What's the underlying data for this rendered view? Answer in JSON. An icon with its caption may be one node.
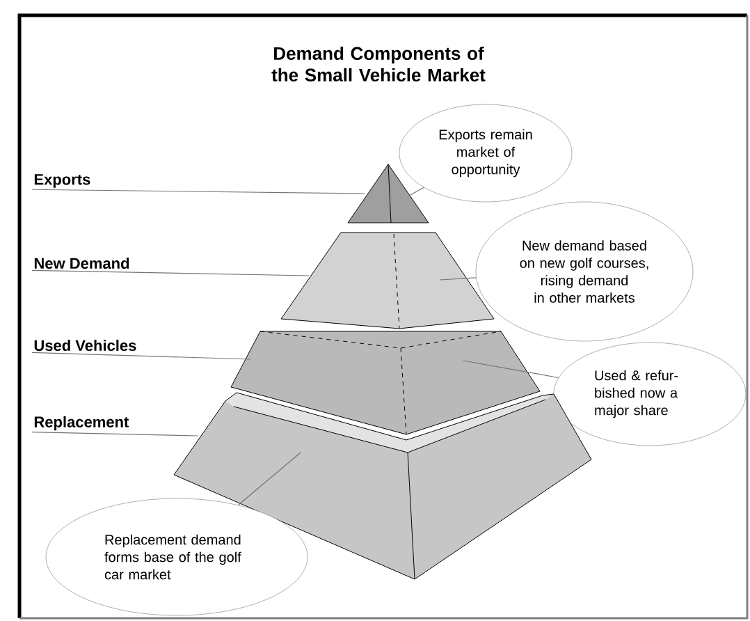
{
  "diagram": {
    "title": "Demand Components of the Small Vehicle Market",
    "nodes": [
      {
        "text": [
          "Exports"
        ]
      },
      {
        "text": [],
        "shape": "triangle"
      },
      {
        "text": [
          "Exports remain market of opportunity"
        ]
      },
      {
        "text": [
          "New Demand"
        ]
      },
      {
        "text": [],
        "shape": "trapezoid"
      },
      {
        "text": [
          "New demand based on new golf courses, rising demand in other markets"
        ]
      },
      {
        "text": [
          "Used Vehicles"
        ]
      },
      {
        "text": [],
        "shape": "trapezoid"
      },
      {
        "text": [
          "Used & refur- bished now a major share"
        ]
      },
      {
        "text": [
          "Replacement"
        ]
      },
      {
        "text": [],
        "shape": "trapezoid"
      },
      {
        "text": [
          "Replacement demand forms base of the golf car market"
        ]
      }
    ],
    "edges": [
      {
        "from": 0,
        "to": 1,
        "arrow": "none"
      },
      {
        "from": 2,
        "to": 1,
        "arrow": "none"
      },
      {
        "from": 3,
        "to": 4,
        "arrow": "none"
      },
      {
        "from": 5,
        "to": 4,
        "arrow": "none"
      },
      {
        "from": 6,
        "to": 7,
        "arrow": "none"
      },
      {
        "from": 8,
        "to": 7,
        "arrow": "none"
      },
      {
        "from": 9,
        "to": 10,
        "arrow": "none"
      },
      {
        "from": 11,
        "to": 10,
        "arrow": "none"
      }
    ]
  }
}
